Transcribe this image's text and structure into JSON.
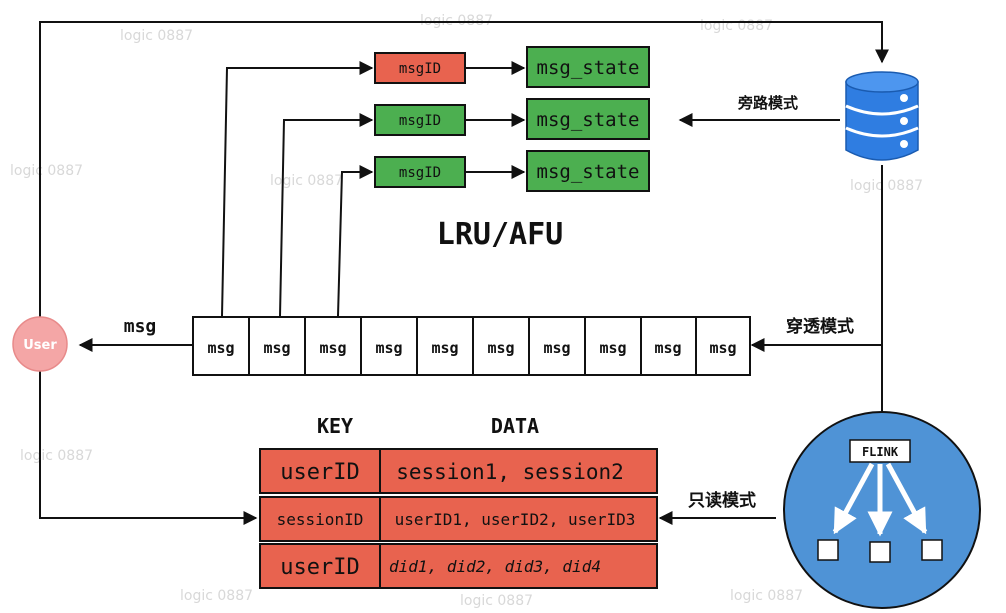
{
  "cache_entries": [
    {
      "key": "msgID",
      "value": "msg_state",
      "key_color": "#e8634f"
    },
    {
      "key": "msgID",
      "value": "msg_state",
      "key_color": "#4caf50"
    },
    {
      "key": "msgID",
      "value": "msg_state",
      "key_color": "#4caf50"
    }
  ],
  "cache_title": "LRU/AFU",
  "bypass_label": "旁路模式",
  "penetrate_label": "穿透模式",
  "readonly_label": "只读模式",
  "user_label": "User",
  "msg_arrow_label": "msg",
  "msg_queue": [
    "msg",
    "msg",
    "msg",
    "msg",
    "msg",
    "msg",
    "msg",
    "msg",
    "msg",
    "msg"
  ],
  "kv_headers": {
    "key": "KEY",
    "data": "DATA"
  },
  "kv_rows": [
    {
      "key": "userID",
      "data": "session1, session2"
    },
    {
      "key": "sessionID",
      "data": "userID1, userID2, userID3"
    },
    {
      "key": "userID",
      "data": "did1, did2, did3, did4"
    }
  ],
  "flink_label": "FLINK",
  "watermark": "logic 0887",
  "colors": {
    "red": "#e8634f",
    "green": "#4caf50",
    "user_fill": "#f4a6a6",
    "db_blue": "#2f7de1",
    "flink_circle": "#4f93d6"
  }
}
